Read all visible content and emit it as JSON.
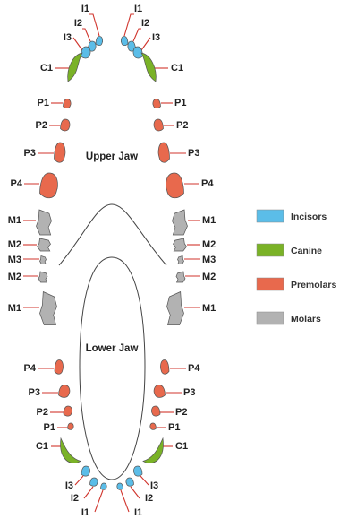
{
  "colors": {
    "incisors": "#5bbde8",
    "canine": "#7ab227",
    "premolars": "#e8694d",
    "molars": "#b2b2b2",
    "leader": "#d0342c"
  },
  "upper_jaw_label": "Upper Jaw",
  "lower_jaw_label": "Lower Jaw",
  "legend": [
    {
      "type": "incisors",
      "label": "Incisors"
    },
    {
      "type": "canine",
      "label": "Canine"
    },
    {
      "type": "premolars",
      "label": "Premolars"
    },
    {
      "type": "molars",
      "label": "Molars"
    }
  ],
  "upper_teeth": [
    {
      "label": "I1",
      "type": "incisors"
    },
    {
      "label": "I2",
      "type": "incisors"
    },
    {
      "label": "I3",
      "type": "incisors"
    },
    {
      "label": "C1",
      "type": "canine"
    },
    {
      "label": "P1",
      "type": "premolars"
    },
    {
      "label": "P2",
      "type": "premolars"
    },
    {
      "label": "P3",
      "type": "premolars"
    },
    {
      "label": "P4",
      "type": "premolars"
    },
    {
      "label": "M1",
      "type": "molars"
    },
    {
      "label": "M2",
      "type": "molars"
    }
  ],
  "lower_teeth": [
    {
      "label": "M3",
      "type": "molars"
    },
    {
      "label": "M2",
      "type": "molars"
    },
    {
      "label": "M1",
      "type": "molars"
    },
    {
      "label": "P4",
      "type": "premolars"
    },
    {
      "label": "P3",
      "type": "premolars"
    },
    {
      "label": "P2",
      "type": "premolars"
    },
    {
      "label": "P1",
      "type": "premolars"
    },
    {
      "label": "C1",
      "type": "canine"
    },
    {
      "label": "I3",
      "type": "incisors"
    },
    {
      "label": "I2",
      "type": "incisors"
    },
    {
      "label": "I1",
      "type": "incisors"
    }
  ]
}
